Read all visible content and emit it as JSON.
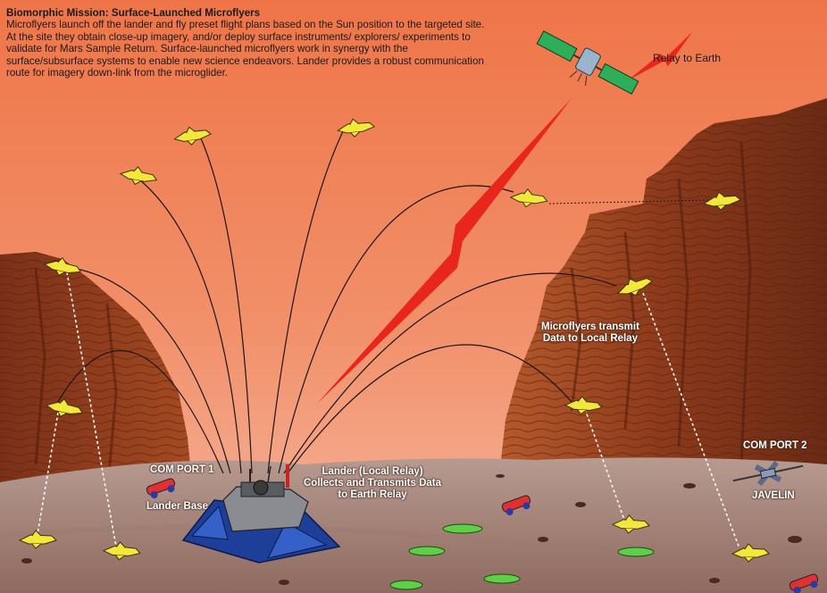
{
  "intro": {
    "title": "Biomorphic Mission: Surface-Launched Microflyers",
    "body": "Microflyers launch off the lander and fly preset flight plans based on the Sun position to the targeted site. At the site they obtain close-up imagery, and/or deploy surface instruments/ explorers/ experiments to validate for Mars Sample Return. Surface-launched microflyers work in synergy with the surface/subsurface systems to enable new science endeavors. Lander provides a robust communication route for imagery down-link from the microglider."
  },
  "labels": {
    "relay_to_earth": "Relay to Earth",
    "microflyers_transmit": "Microflyers transmit\nData to Local Relay",
    "com_port_1": "COM PORT 1",
    "lander_base": "Lander Base",
    "lander_local_relay": "Lander (Local Relay)\nCollects and Transmits Data\nto Earth Relay",
    "com_port_2": "COM PORT 2",
    "javelin": "JAVELIN"
  },
  "colors": {
    "sky_top": "#f07a4c",
    "sky_bottom": "#f3a98a",
    "cliff": "#8a3a1e",
    "ground": "#a8867a",
    "microflyer": "#f2e63a",
    "lightning": "#e8261c",
    "satellite_panel": "#2fae5a",
    "lander_base": "#1d3f9a",
    "rover_green": "#5fcf4a"
  },
  "icons": [
    "satellite-icon",
    "lightning-icon",
    "microflyer-icon",
    "lander-icon",
    "javelin-icon",
    "rover-icon"
  ]
}
